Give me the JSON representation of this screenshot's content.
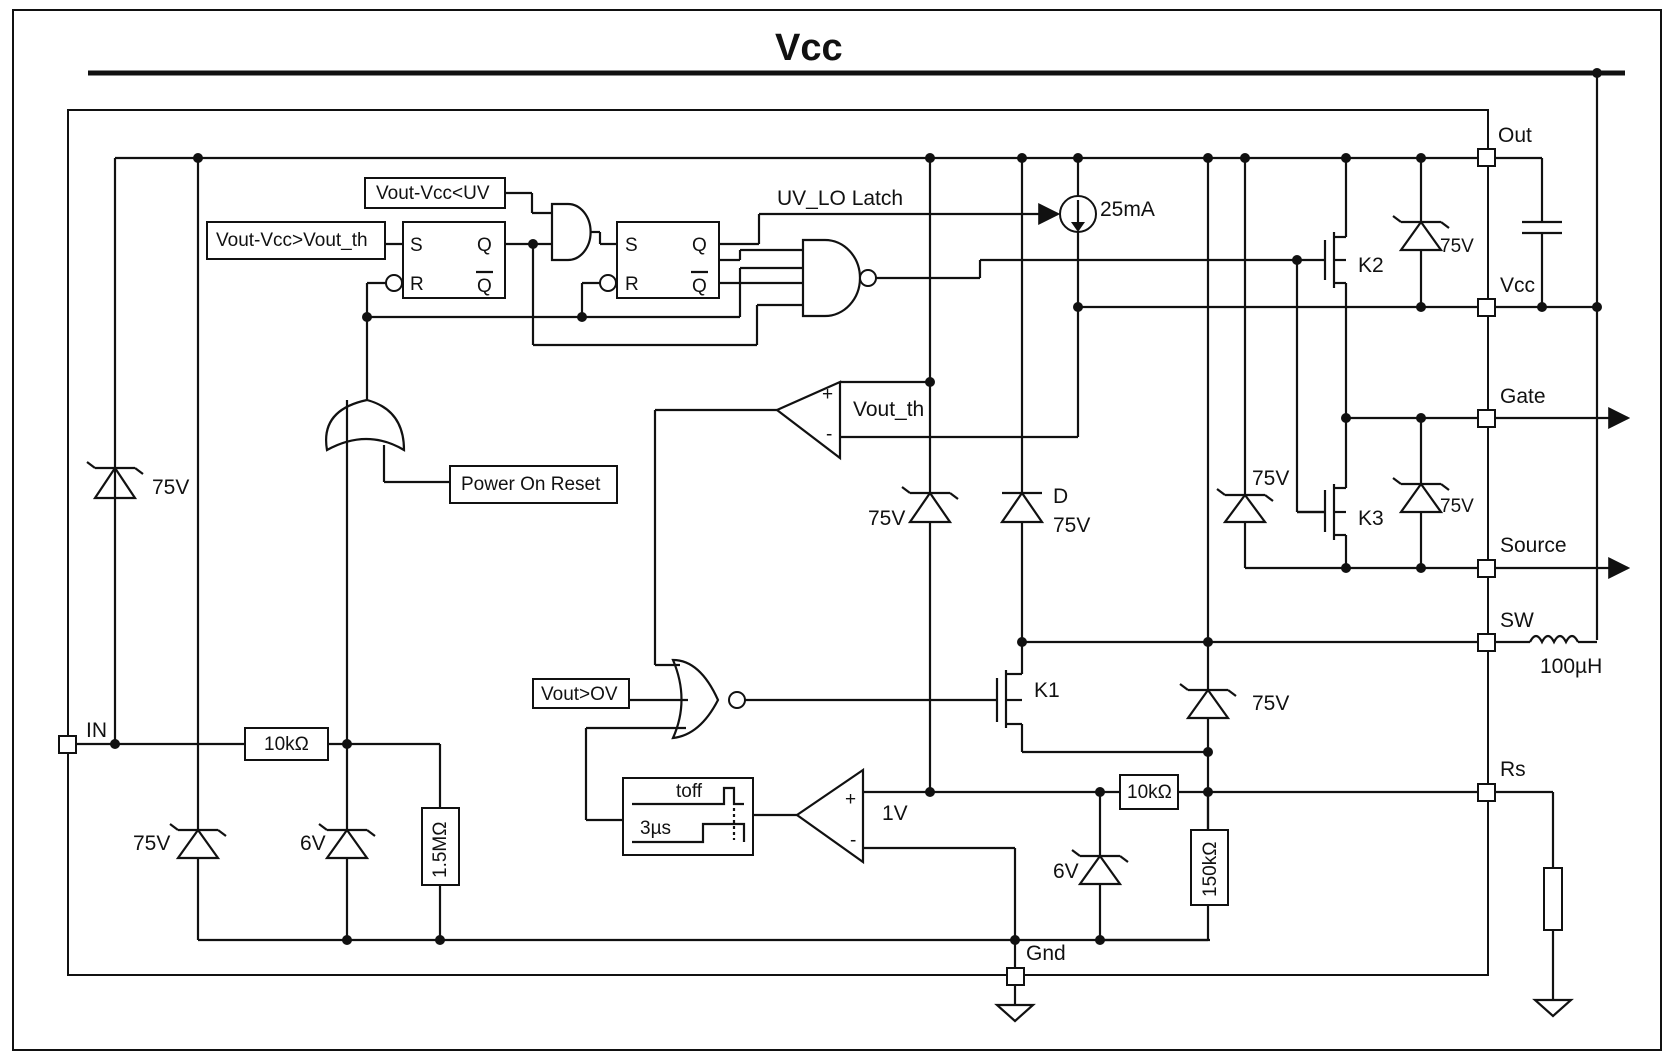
{
  "title": "Vcc",
  "pins": {
    "in": "IN",
    "out": "Out",
    "vcc": "Vcc",
    "gate": "Gate",
    "source": "Source",
    "sw": "SW",
    "rs": "Rs",
    "gnd": "Gnd"
  },
  "blocks": {
    "uv_cond": "Vout-Vcc<UV",
    "th_cond": "Vout-Vcc>Vout_th",
    "por": "Power On Reset",
    "ov_cond": "Vout>OV",
    "uvlo": "UV_LO Latch",
    "current_source": "25mA",
    "comparator_th": "Vout_th",
    "comparator_1v": "1V",
    "timer_toff": "toff",
    "timer_3us": "3µs",
    "latch1_s": "S",
    "latch1_r": "R",
    "latch1_q": "Q",
    "latch1_qn": "Q",
    "latch2_s": "S",
    "latch2_r": "R",
    "latch2_q": "Q",
    "latch2_qn": "Q",
    "comp_plus": "+",
    "comp_minus": "-"
  },
  "components": {
    "z_in": "75V",
    "z_left": "75V",
    "z_6v_a": "6V",
    "r_in": "10kΩ",
    "r_1m5": "1.5MΩ",
    "z_mid": "75V",
    "d_label": "D",
    "d_volt": "75V",
    "z_sw": "75V",
    "z_out": "75V",
    "z_k2": "75V",
    "z_k3": "75V",
    "k1": "K1",
    "k2": "K2",
    "k3": "K3",
    "r_rs": "10kΩ",
    "r_150k": "150kΩ",
    "z_6v_b": "6V",
    "inductor": "100µH"
  }
}
